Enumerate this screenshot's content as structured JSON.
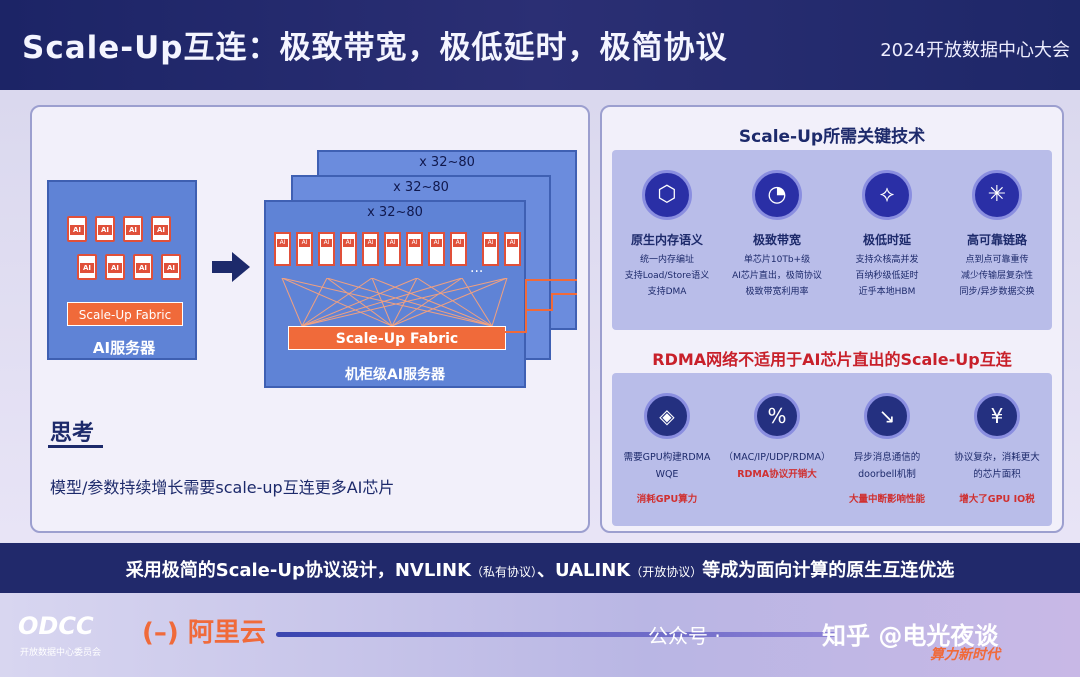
{
  "header": {
    "title": "Scale-Up互连：极致带宽，极低延时，极简协议",
    "event": "2024开放数据中心大会"
  },
  "left_panel": {
    "ai_server": {
      "chip_label": "AI",
      "fabric_label": "Scale-Up Fabric",
      "label": "AI服务器"
    },
    "rack_server": {
      "multiplier": "x 32~80",
      "chip_label": "AI",
      "dots": "···",
      "fabric_label": "Scale-Up Fabric",
      "label": "机柜级AI服务器"
    },
    "think": {
      "heading": "思考",
      "body": "模型/参数持续增长需要scale-up互连更多AI芯片"
    }
  },
  "right_panel": {
    "title": "Scale-Up所需关键技术",
    "techs": [
      {
        "icon": "memory-semantics-icon",
        "glyph": "⬡",
        "title": "原生内存语义",
        "lines": [
          "统一内存编址",
          "支持Load/Store语义",
          "支持DMA"
        ]
      },
      {
        "icon": "bandwidth-gauge-icon",
        "glyph": "◔",
        "title": "极致带宽",
        "lines": [
          "单芯片10Tb+级",
          "AI芯片直出，极简协议",
          "极致带宽利用率"
        ]
      },
      {
        "icon": "latency-icon",
        "glyph": "⟡",
        "title": "极低时延",
        "lines": [
          "支持众核高并发",
          "百纳秒级低延时",
          "近乎本地HBM"
        ]
      },
      {
        "icon": "reliable-link-icon",
        "glyph": "✳",
        "title": "高可靠链路",
        "lines": [
          "点到点可靠重传",
          "减少传输层复杂性",
          "同步/异步数据交换"
        ]
      }
    ],
    "rdma_title": "RDMA网络不适用于AI芯片直出的Scale-Up互连",
    "problems": [
      {
        "icon": "gpu-chip-icon",
        "glyph": "◈",
        "lines": [
          "需要GPU构建RDMA",
          "WQE"
        ],
        "impact": "消耗GPU算力"
      },
      {
        "icon": "protocol-overhead-icon",
        "glyph": "%",
        "lines": [
          "（MAC/IP/UDP/RDMA）"
        ],
        "red_line": "RDMA协议开销大",
        "impact": ""
      },
      {
        "icon": "doorbell-icon",
        "glyph": "↘",
        "lines": [
          "异步消息通信的",
          "doorbell机制"
        ],
        "impact": "大量中断影响性能"
      },
      {
        "icon": "cost-icon",
        "glyph": "¥",
        "lines": [
          "协议复杂，消耗更大",
          "的芯片面积"
        ],
        "impact": "增大了GPU IO税"
      }
    ]
  },
  "banner": {
    "part1": "采用极简的Scale-Up协议设计，NVLINK",
    "note1": "（私有协议）",
    "part2": "、UALINK",
    "note2": "（开放协议）",
    "part3": "等成为面向计算的原生互连优选"
  },
  "footer": {
    "odcc": "ODCC",
    "odcc_sub": "开放数据中心委员会",
    "aliyun": "(–) 阿里云",
    "wechat": "公众号 ·",
    "zhihu": "知乎 @电光夜谈",
    "slogan": "算力新时代"
  },
  "colors": {
    "navy": "#1d2a6b",
    "accent_orange": "#f06a3a",
    "rack_blue": "#5f83d6",
    "alert_red": "#c8202a"
  }
}
